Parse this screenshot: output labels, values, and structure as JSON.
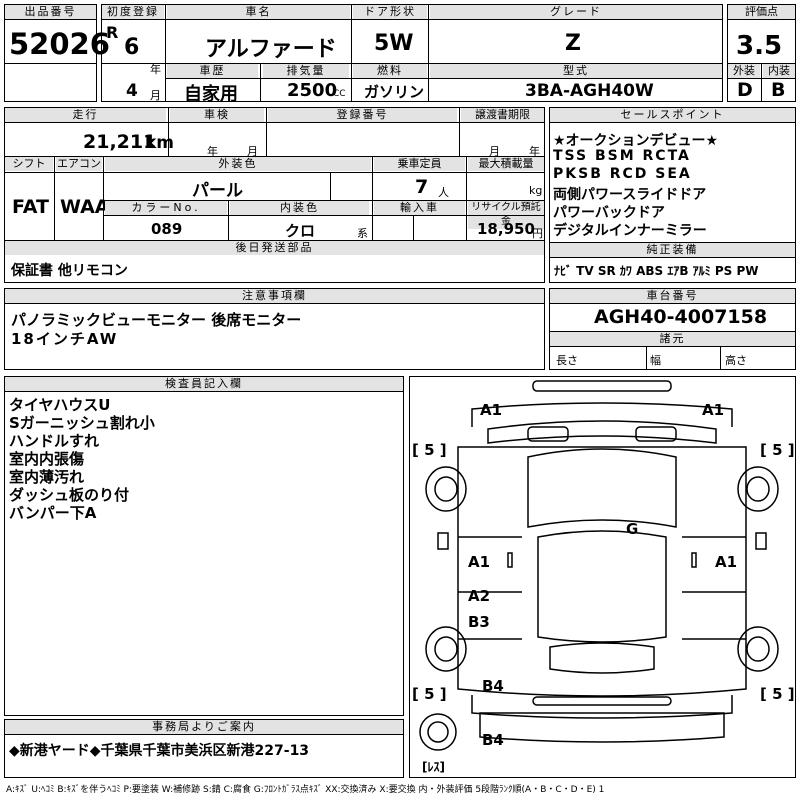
{
  "labels": {
    "lot_number": "出品番号",
    "first_registration": "初度登録",
    "model_name": "車名",
    "door_type": "ドア形状",
    "grade": "グレード",
    "score": "評価点",
    "history": "車歴",
    "displacement": "排気量",
    "fuel": "燃料",
    "model_code": "型式",
    "exterior": "外装",
    "interior": "内装",
    "mileage": "走行",
    "inspection": "車検",
    "registration_no": "登録番号",
    "transfer_deadline": "譲渡書期限",
    "sales_point": "セールスポイント",
    "shift": "シフト",
    "aircon": "エアコン",
    "exterior_color": "外装色",
    "capacity": "乗車定員",
    "max_load": "最大積載量",
    "color_no": "カラーNo.",
    "interior_color": "内装色",
    "import": "輸入車",
    "recycle": "リサイクル預託金",
    "later_parts": "後日発送部品",
    "standard_equipment": "純正装備",
    "notes": "注意事項欄",
    "chassis_no": "車台番号",
    "dimensions": "諸元",
    "length": "長さ",
    "width": "幅",
    "height": "高さ",
    "inspector": "検査員記入欄",
    "office": "事務局よりご案内",
    "year_unit": "年",
    "month_unit": "月",
    "cc_unit": "CC",
    "km_unit": "km",
    "persons_unit": "人",
    "kg_unit": "kg",
    "yen_unit": "円",
    "series_unit": "系"
  },
  "vehicle": {
    "lot_number": "52026",
    "era": "R",
    "year": "6",
    "month": "4",
    "model_name": "アルファード",
    "door_type": "5W",
    "grade": "Z",
    "score": "3.5",
    "history": "自家用",
    "displacement": "2500",
    "fuel": "ガソリン",
    "model_code": "3BA-AGH40W",
    "exterior_grade": "D",
    "interior_grade": "B",
    "mileage": "21,211",
    "shift": "FAT",
    "aircon": "WAA",
    "exterior_color": "パール",
    "capacity": "7",
    "color_no": "089",
    "interior_color": "クロ",
    "recycle": "18,950",
    "later_parts": "保証書 他リモコン",
    "chassis_no": "AGH40-4007158"
  },
  "sales_points": [
    "★オークションデビュー★",
    "TSS BSM RCTA",
    "PKSB RCD SEA",
    "両側パワースライドドア",
    "パワーバックドア",
    "デジタルインナーミラー"
  ],
  "equipment": "ﾅﾋﾞ TV SR ｶﾜ ABS ｴｱB ｱﾙﾐ PS PW",
  "notes": [
    "パノラミックビューモニター 後席モニター",
    "18インチAW"
  ],
  "inspector_notes": [
    "タイヤハウスU",
    "Sガーニッシュ割れ小",
    "ハンドルすれ",
    "室内内張傷",
    "室内薄汚れ",
    "ダッシュ板のり付",
    "バンパー下A"
  ],
  "diagram": {
    "front_left": "A1",
    "front_right": "A1",
    "tire_fl": "[ 5 ]",
    "tire_fr": "[ 5 ]",
    "tire_rl": "[ 5 ]",
    "tire_rr": "[ 5 ]",
    "roof": "G",
    "side_left_1": "A1",
    "side_right_1": "A1",
    "side_left_2": "A2",
    "side_left_3": "B3",
    "rear_1": "B4",
    "rear_2": "B4",
    "spare": "[ﾚｽ]"
  },
  "office_text": "◆新港ヤード◆千葉県千葉市美浜区新港227-13",
  "legend": "A:ｷｽﾞ U:ﾍｺﾐ B:ｷｽﾞを伴うﾍｺﾐ P:要塗装 W:補修跡 S:錆 C:腐食 G:ﾌﾛﾝﾄｶﾞﾗｽ点ｷｽﾞ XX:交換済み X:要交換 内・外装評価 5段階ﾗﾝｸ順(A・B・C・D・E) 1"
}
